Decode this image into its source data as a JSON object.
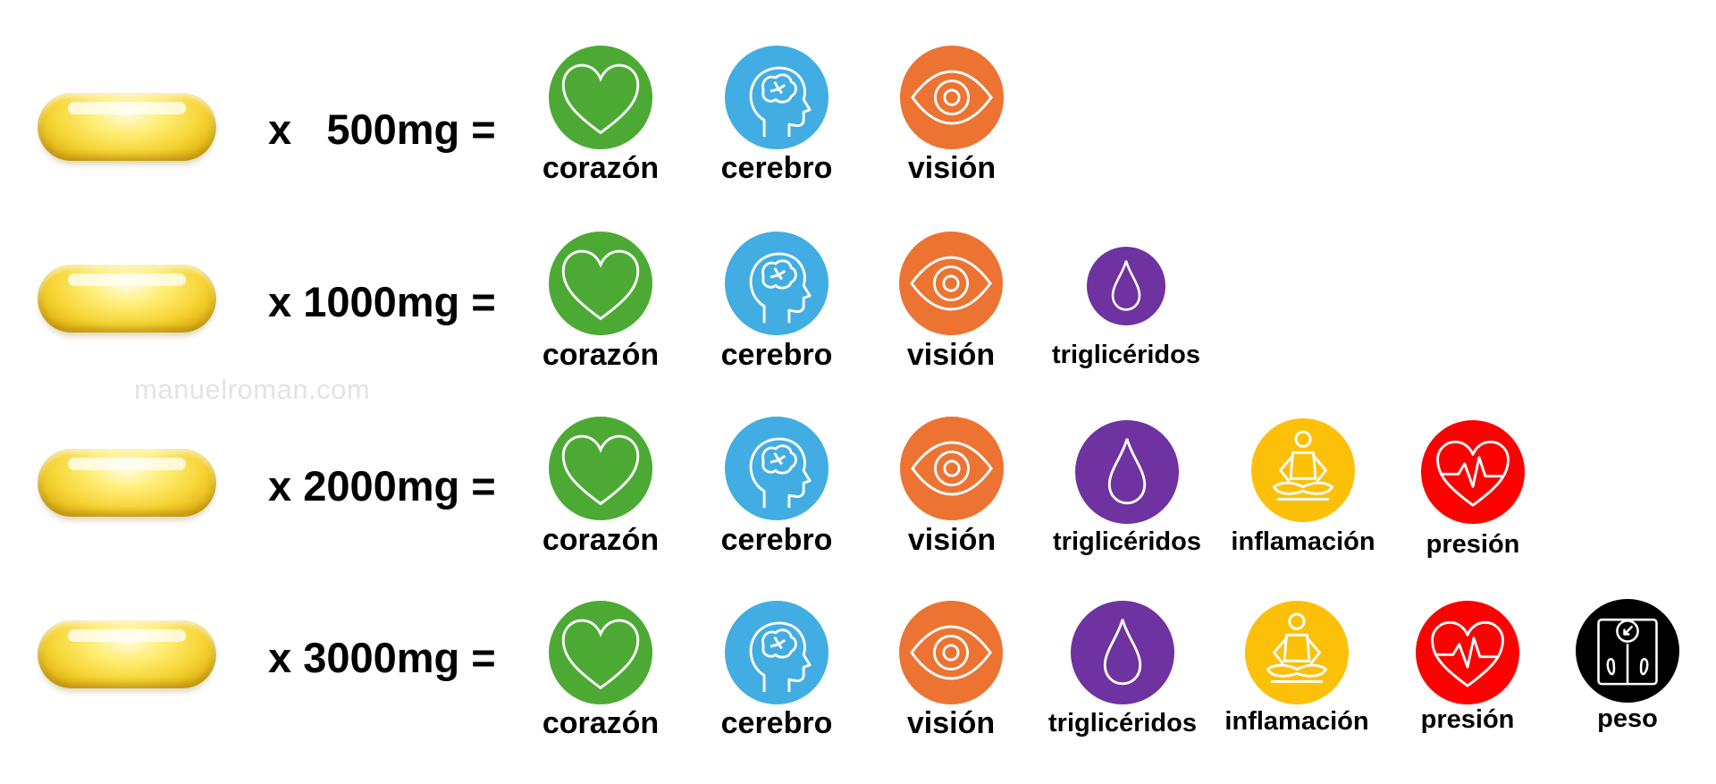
{
  "watermark": "manuelroman.com",
  "rows": [
    {
      "dose": "x   500mg =",
      "labels": [
        "corazón",
        "cerebro",
        "visión"
      ]
    },
    {
      "dose": "x 1000mg =",
      "labels": [
        "corazón",
        "cerebro",
        "visión",
        "triglicéridos"
      ]
    },
    {
      "dose": "x 2000mg =",
      "labels": [
        "corazón",
        "cerebro",
        "visión",
        "triglicéridos",
        "inflamación",
        "presión"
      ]
    },
    {
      "dose": "x 3000mg =",
      "labels": [
        "corazón",
        "cerebro",
        "visión",
        "triglicéridos",
        "inflamación",
        "presión",
        "peso"
      ]
    }
  ],
  "colors": {
    "heart": "#4caa34",
    "brain": "#41ade2",
    "eye": "#ec7331",
    "drop": "#6f32a1",
    "yoga": "#fcc008",
    "pressure": "#fd0000",
    "scale": "#000000"
  },
  "icons": [
    "heart-icon",
    "brain-head-icon",
    "eye-icon",
    "drop-icon",
    "meditation-icon",
    "heartbeat-icon",
    "scale-icon"
  ]
}
